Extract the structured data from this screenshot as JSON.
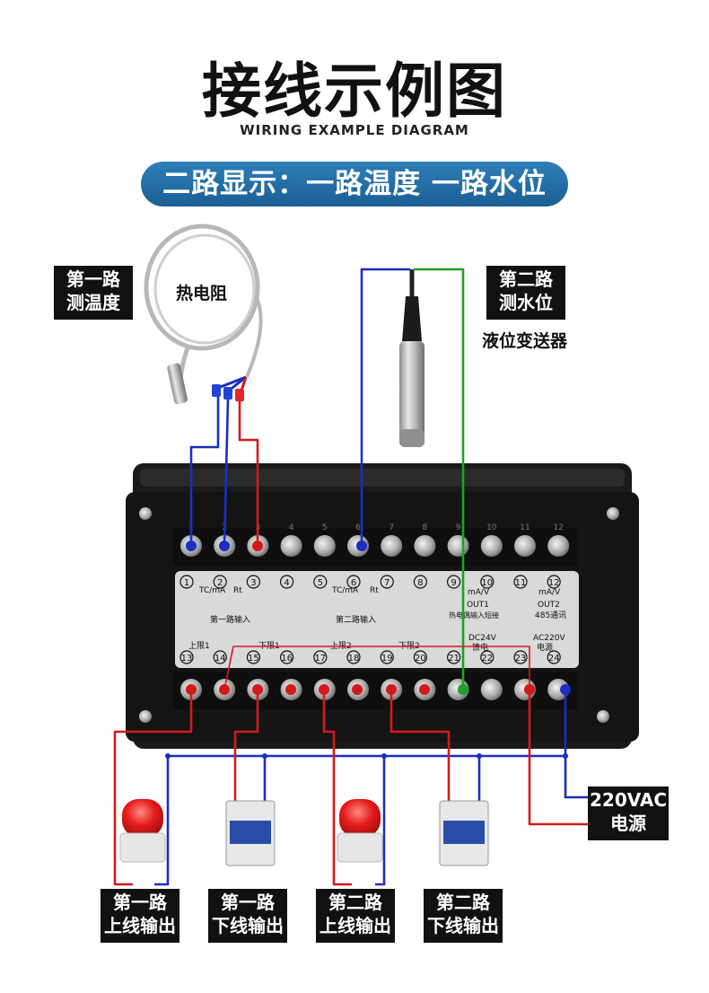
{
  "header": {
    "title": "接线示例图",
    "subtitle": "WIRING EXAMPLE DIAGRAM",
    "banner": "二路显示：一路温度 一路水位"
  },
  "sensors": {
    "ch1_label_line1": "第一路",
    "ch1_label_line2": "测温度",
    "rtd_label": "热电阻",
    "ch2_label_line1": "第二路",
    "ch2_label_line2": "测水位",
    "level_transmitter_label": "液位变送器"
  },
  "power": {
    "line1": "220VAC",
    "line2": "电源"
  },
  "terminals_top": [
    "1",
    "2",
    "3",
    "4",
    "5",
    "6",
    "7",
    "8",
    "9",
    "10",
    "11",
    "12"
  ],
  "terminals_bottom": [
    "13",
    "14",
    "15",
    "16",
    "17",
    "18",
    "19",
    "20",
    "21",
    "22",
    "23",
    "24"
  ],
  "panel_text": {
    "tcma_1": "TC/mA",
    "rt_1": "Rt",
    "in1": "第一路输入",
    "tcma_2": "TC/mA",
    "rt_2": "Rt",
    "in2": "第二路输入",
    "ma_v_1": "mA/V",
    "out1": "OUT1",
    "short_note": "热电偶输入短接",
    "ma_v_2": "mA/V",
    "out2": "OUT2",
    "rs485": "485通讯",
    "upper1": "上限1",
    "lower1": "下限1",
    "upper2": "上限2",
    "lower2": "下限2",
    "dc24v": "DC24V",
    "supply": "馈电",
    "ac220v": "AC220V",
    "power": "电源"
  },
  "outputs": [
    {
      "line1": "第一路",
      "line2": "上线输出"
    },
    {
      "line1": "第一路",
      "line2": "下线输出"
    },
    {
      "line1": "第二路",
      "line2": "上线输出"
    },
    {
      "line1": "第二路",
      "line2": "下线输出"
    }
  ],
  "colors": {
    "blue_wire": "#1a2fc0",
    "red_wire": "#d21a1a",
    "green_wire": "#1fa02a",
    "banner": "#1f6aa5",
    "device": "#141414"
  }
}
